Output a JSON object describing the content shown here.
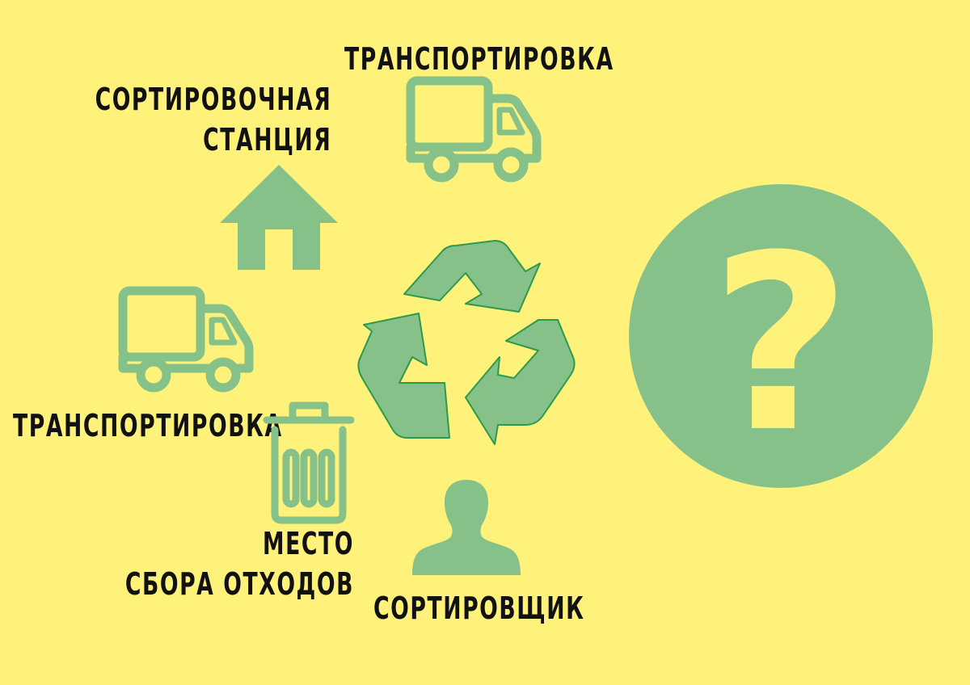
{
  "labels": {
    "transport_top": "ТРАНСПОРТИРОВКА",
    "sorting_station": [
      "СОРТИРОВОЧНАЯ",
      "СТАНЦИЯ"
    ],
    "transport_left": "ТРАНСПОРТИРОВКА",
    "collection_point": [
      "МЕСТО",
      "СБОРА ОТХОДОВ"
    ],
    "sorter": "СОРТИРОВЩИК"
  },
  "question_mark": "?",
  "colors": {
    "background": "#fff27a",
    "icon_green": "#87c18a",
    "recycle_outline": "#2a9b4c",
    "text": "#111111",
    "question_fill": "#fff27a"
  }
}
